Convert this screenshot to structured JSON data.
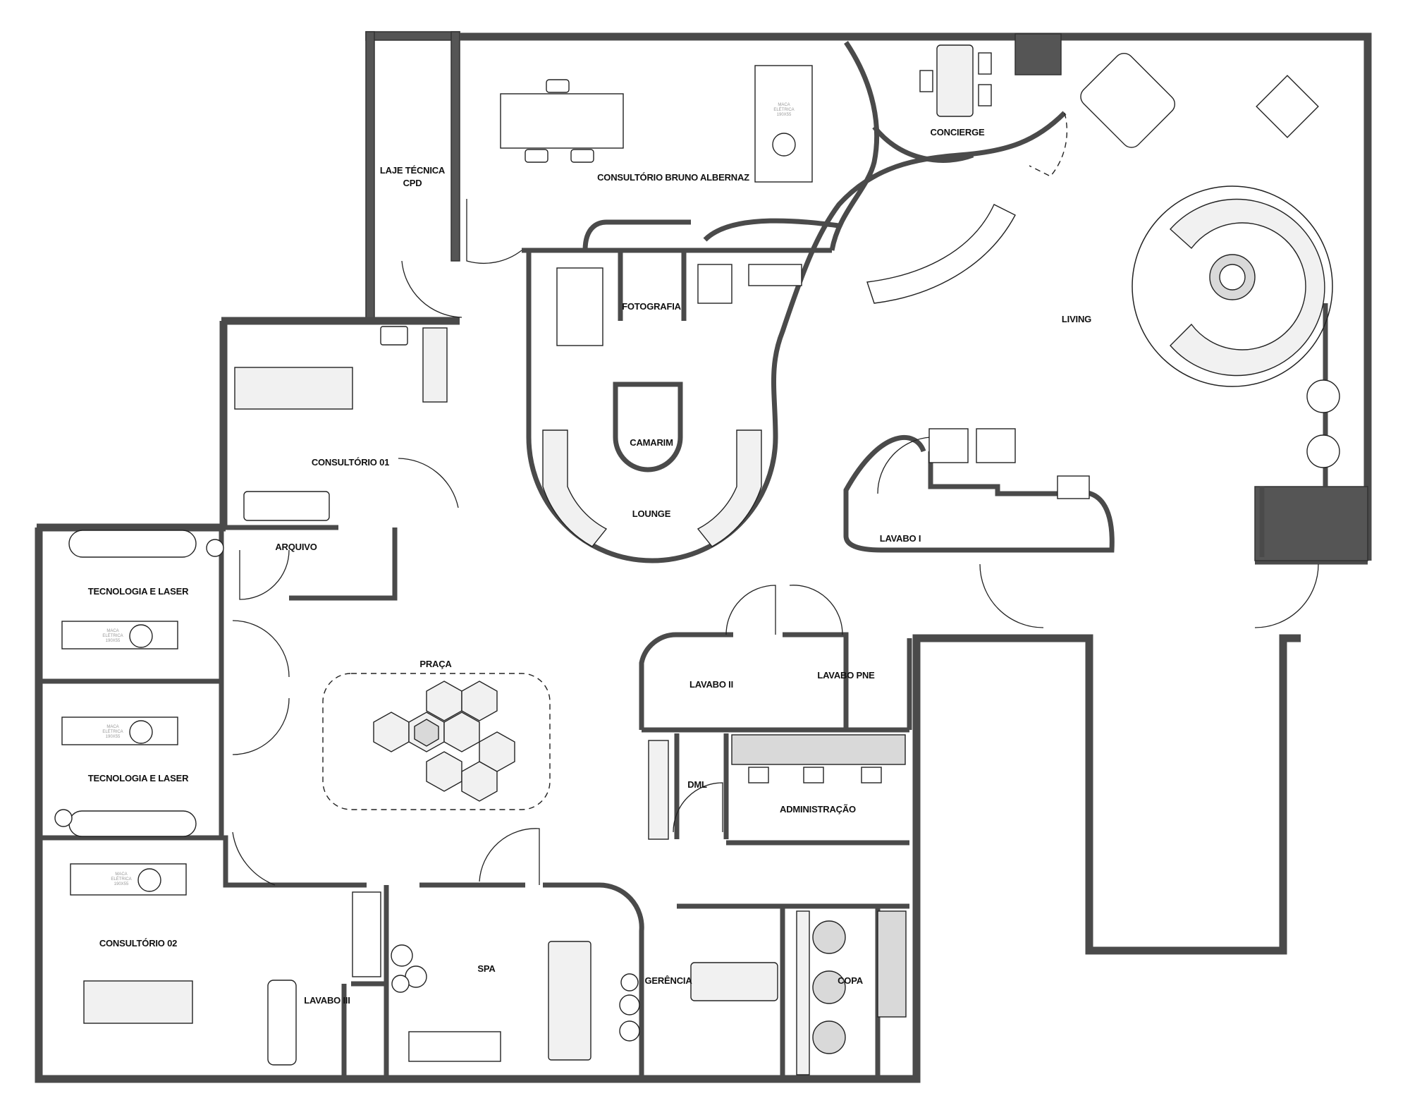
{
  "colors": {
    "wall": "#4a4a4a",
    "line": "#222222",
    "stone": "#f1f1f1",
    "grey_surface": "#d9d9d9",
    "background": "#ffffff"
  },
  "rooms": {
    "laje_tecnica": "LAJE TÉCNICA",
    "cpd": "CPD",
    "consultorio_bruno": "CONSULTÓRIO BRUNO ALBERNAZ",
    "concierge": "CONCIERGE",
    "fotografia": "FOTOGRAFIA",
    "camarim": "CAMARIM",
    "lounge": "LOUNGE",
    "living": "LIVING",
    "consultorio_01": "CONSULTÓRIO 01",
    "arquivo": "ARQUIVO",
    "tecnologia_laser_1": "TECNOLOGIA E LASER",
    "tecnologia_laser_2": "TECNOLOGIA E LASER",
    "praca": "PRAÇA",
    "lavabo_i": "LAVABO I",
    "lavabo_ii": "LAVABO II",
    "lavabo_pne": "LAVABO PNE",
    "dml": "DML",
    "administracao": "ADMINISTRAÇÃO",
    "consultorio_02": "CONSULTÓRIO 02",
    "spa": "SPA",
    "lavabo_iii": "LAVABO III",
    "gerencia": "GERÊNCIA",
    "copa": "COPA"
  },
  "furniture": {
    "stretcher_label_1": "MACA",
    "stretcher_label_2": "ELÉTRICA",
    "stretcher_label_3": "190X55"
  }
}
